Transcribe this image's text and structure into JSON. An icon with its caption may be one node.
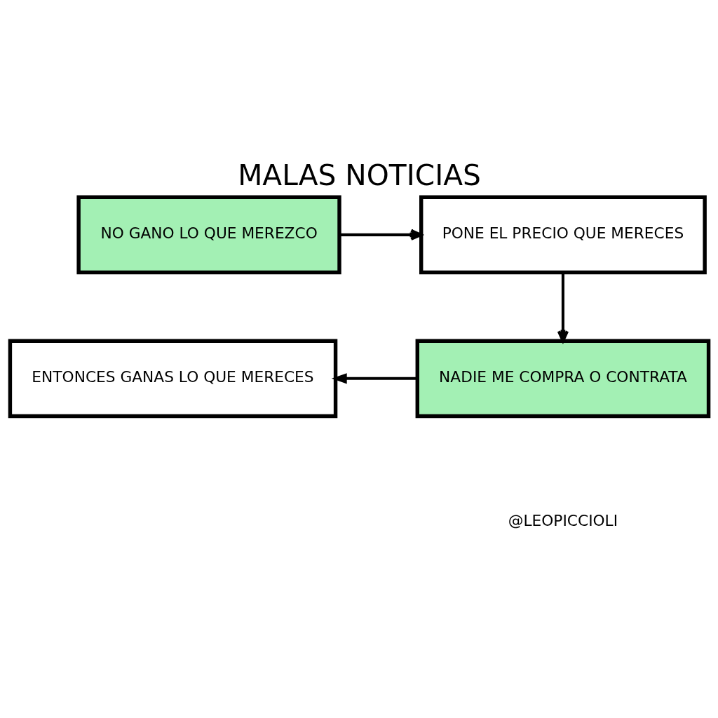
{
  "diagram": {
    "title": "MALAS NOTICIAS",
    "nodes": [
      {
        "text": [
          "NO GANO LO QUE MEREZCO"
        ]
      },
      {
        "text": [
          "PONE EL PRECIO QUE MERECES"
        ]
      },
      {
        "text": [
          "NADIE ME COMPRA O CONTRATA"
        ]
      },
      {
        "text": [
          "ENTONCES GANAS LO QUE MERECES"
        ]
      }
    ],
    "edges": [
      {
        "from": 0,
        "to": 1,
        "arrow": "to"
      },
      {
        "from": 1,
        "to": 2,
        "arrow": "to"
      },
      {
        "from": 2,
        "to": 3,
        "arrow": "to"
      }
    ],
    "labels": [
      "@LEOPICCIOLI"
    ]
  }
}
